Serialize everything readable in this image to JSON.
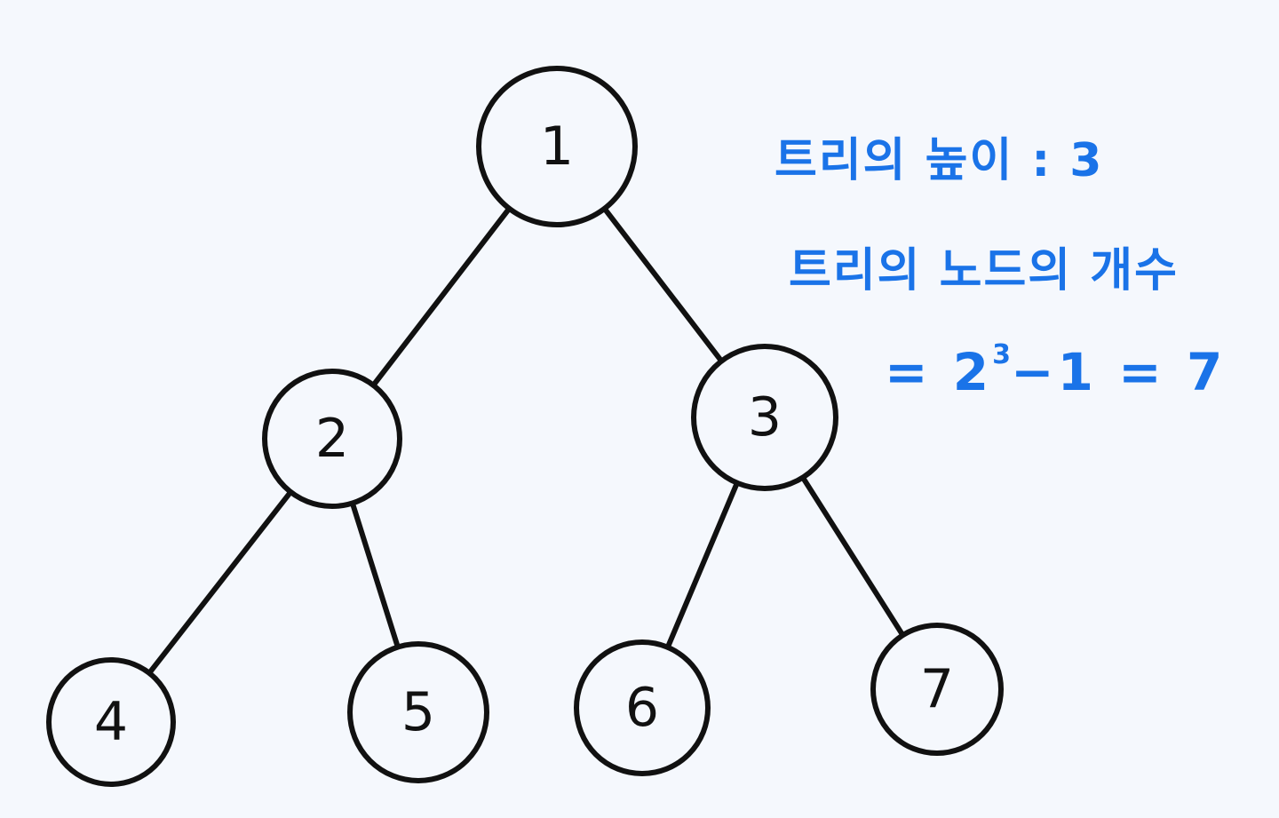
{
  "nodes": [
    {
      "id": "1",
      "label": "1"
    },
    {
      "id": "2",
      "label": "2"
    },
    {
      "id": "3",
      "label": "3"
    },
    {
      "id": "4",
      "label": "4"
    },
    {
      "id": "5",
      "label": "5"
    },
    {
      "id": "6",
      "label": "6"
    },
    {
      "id": "7",
      "label": "7"
    }
  ],
  "edges": [
    {
      "from": "1",
      "to": "2"
    },
    {
      "from": "1",
      "to": "3"
    },
    {
      "from": "2",
      "to": "4"
    },
    {
      "from": "2",
      "to": "5"
    },
    {
      "from": "3",
      "to": "6"
    },
    {
      "from": "3",
      "to": "7"
    }
  ],
  "notes": {
    "height": "트리의 높이 : 3",
    "count_title": "트리의 노드의 개수",
    "formula_prefix": "= 2",
    "formula_exponent": "3",
    "formula_suffix": "−1 = 7"
  },
  "colors": {
    "ink": "#111111",
    "note": "#1a73e8",
    "background": "#f5f8fd"
  }
}
